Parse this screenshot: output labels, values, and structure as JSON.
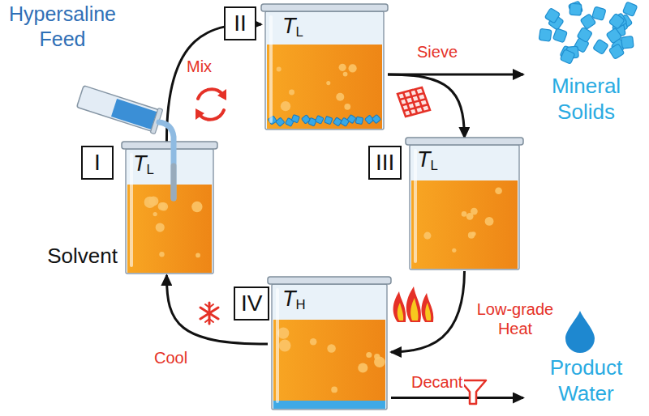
{
  "diagram": {
    "nodes": [
      {
        "text": [
          "I",
          "TL",
          "Solvent"
        ]
      },
      {
        "text": [
          "II",
          "TL"
        ]
      },
      {
        "text": [
          "Mineral Solids"
        ]
      },
      {
        "text": [
          "III",
          "TL"
        ]
      },
      {
        "text": [
          "IV",
          "TH"
        ]
      },
      {
        "text": [
          "Product Water"
        ]
      }
    ],
    "edges": [
      {
        "from": 0,
        "to": 1,
        "label": "Mix",
        "arrow": "to"
      },
      {
        "from": 1,
        "to": 2,
        "label": "Sieve",
        "arrow": "to"
      },
      {
        "from": 1,
        "to": 3,
        "arrow": "to"
      },
      {
        "from": 3,
        "to": 4,
        "label": "Low-grade Heat",
        "arrow": "to"
      },
      {
        "from": 4,
        "to": 0,
        "label": "Cool",
        "arrow": "to"
      },
      {
        "from": 4,
        "to": 5,
        "label": "Decant",
        "arrow": "to"
      }
    ],
    "labels": [
      "Hypersaline Feed"
    ]
  }
}
